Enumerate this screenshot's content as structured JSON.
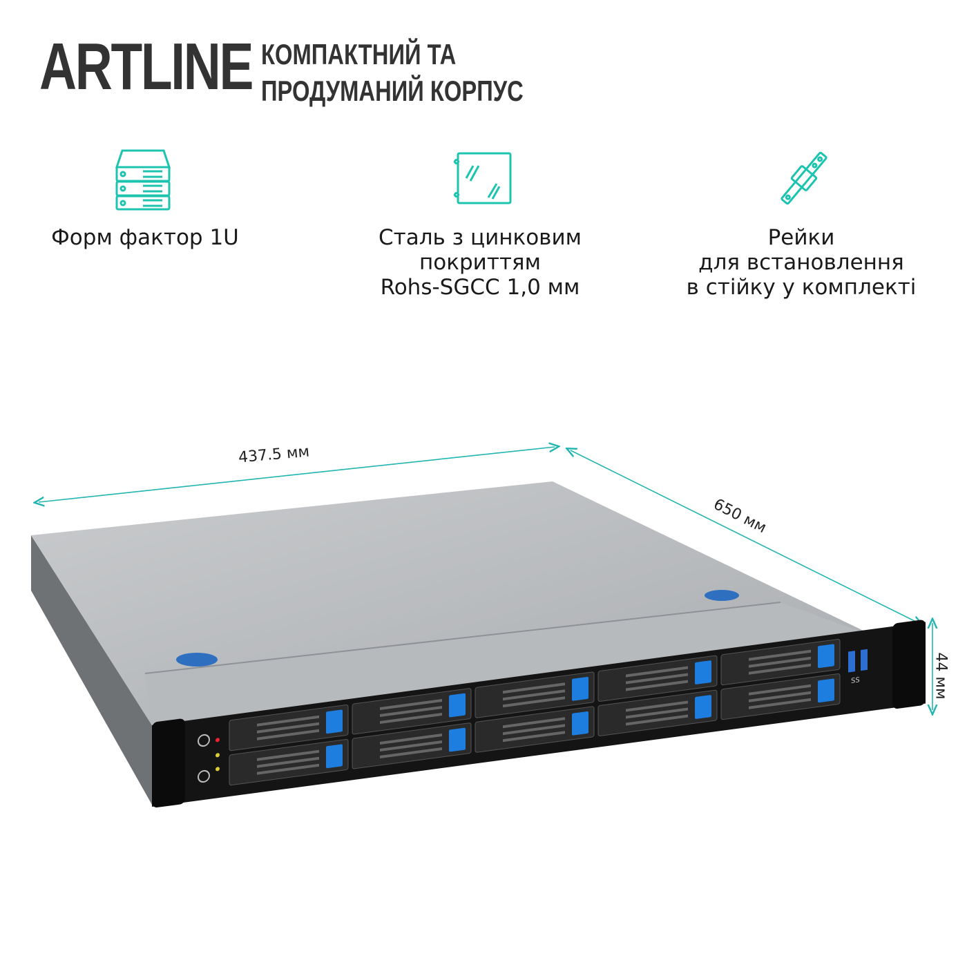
{
  "brand": {
    "logo_text": "ARTLINE"
  },
  "headline": {
    "lines": [
      "КОМПАКТНИЙ ТА",
      "ПРОДУМАНИЙ КОРПУС"
    ]
  },
  "accent_color": "#1cc4b0",
  "features": [
    {
      "icon": "server-rack-icon",
      "lines": [
        "Форм фактор 1U"
      ]
    },
    {
      "icon": "steel-panel-icon",
      "lines": [
        "Сталь з цинковим",
        "покриттям",
        "Rohs-SGCC 1,0 мм"
      ]
    },
    {
      "icon": "rack-rail-icon",
      "lines": [
        "Рейки",
        "для встановлення",
        "в стійку у комплекті"
      ]
    }
  ],
  "dimensions": {
    "width": "437.5 мм",
    "depth": "650 мм",
    "height": "44 мм"
  },
  "product": {
    "drive_bays": 10,
    "usb_label": "SS"
  }
}
